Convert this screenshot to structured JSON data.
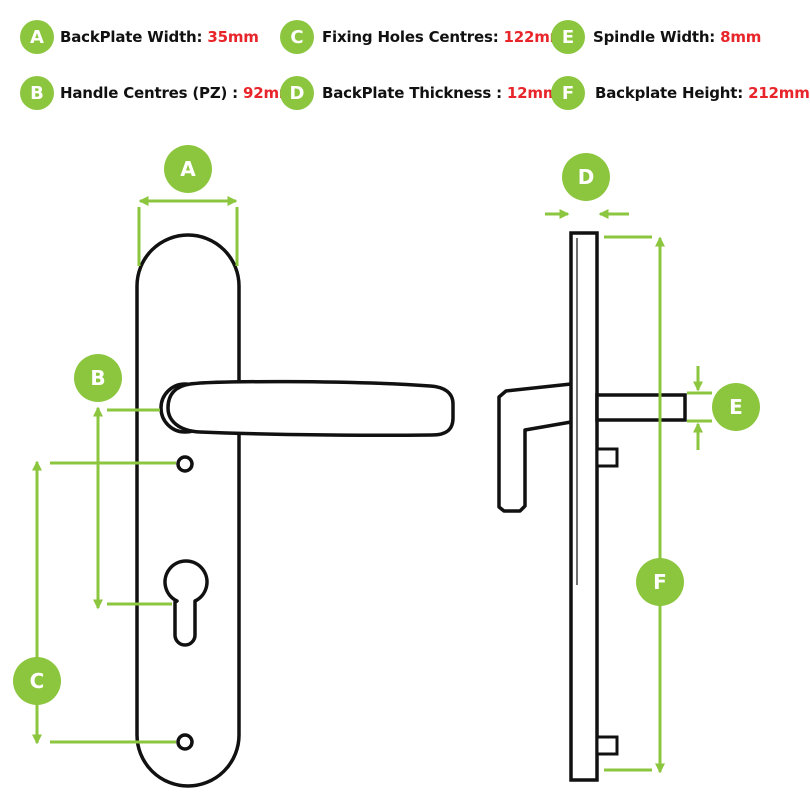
{
  "legend": [
    {
      "letter": "A",
      "label": "BackPlate Width: ",
      "value": "35mm"
    },
    {
      "letter": "B",
      "label": "Handle Centres (PZ) : ",
      "value": "92mm"
    },
    {
      "letter": "C",
      "label": "Fixing Holes Centres:  ",
      "value": "122mm"
    },
    {
      "letter": "D",
      "label": "BackPlate Thickness : ",
      "value": "12mm"
    },
    {
      "letter": "E",
      "label": "Spindle Width: ",
      "value": "8mm"
    },
    {
      "letter": "F",
      "label": "Backplate Height: ",
      "value": "212mm"
    }
  ],
  "markers": {
    "a": "A",
    "b": "B",
    "c": "C",
    "d": "D",
    "e": "E",
    "f": "F"
  },
  "colors": {
    "accent": "#8cc63f",
    "value": "#e8252a",
    "outline": "#111111"
  }
}
